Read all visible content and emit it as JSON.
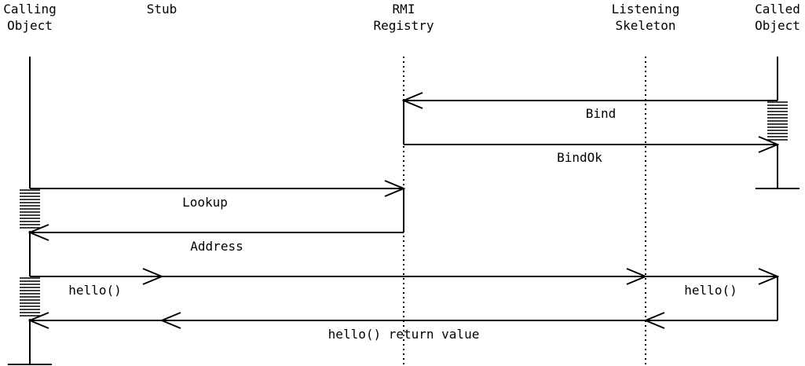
{
  "participants": [
    {
      "id": "calling",
      "lines": [
        "Calling",
        "Object"
      ]
    },
    {
      "id": "stub",
      "lines": [
        "Stub"
      ]
    },
    {
      "id": "registry",
      "lines": [
        "RMI",
        "Registry"
      ]
    },
    {
      "id": "skeleton",
      "lines": [
        "Listening",
        "Skeleton"
      ]
    },
    {
      "id": "called",
      "lines": [
        "Called",
        "Object"
      ]
    }
  ],
  "messages": {
    "bind": "Bind",
    "bind_ok": "BindOk",
    "lookup": "Lookup",
    "address": "Address",
    "hello_left": "hello()",
    "hello_right": "hello()",
    "hello_return": "hello() return value"
  }
}
